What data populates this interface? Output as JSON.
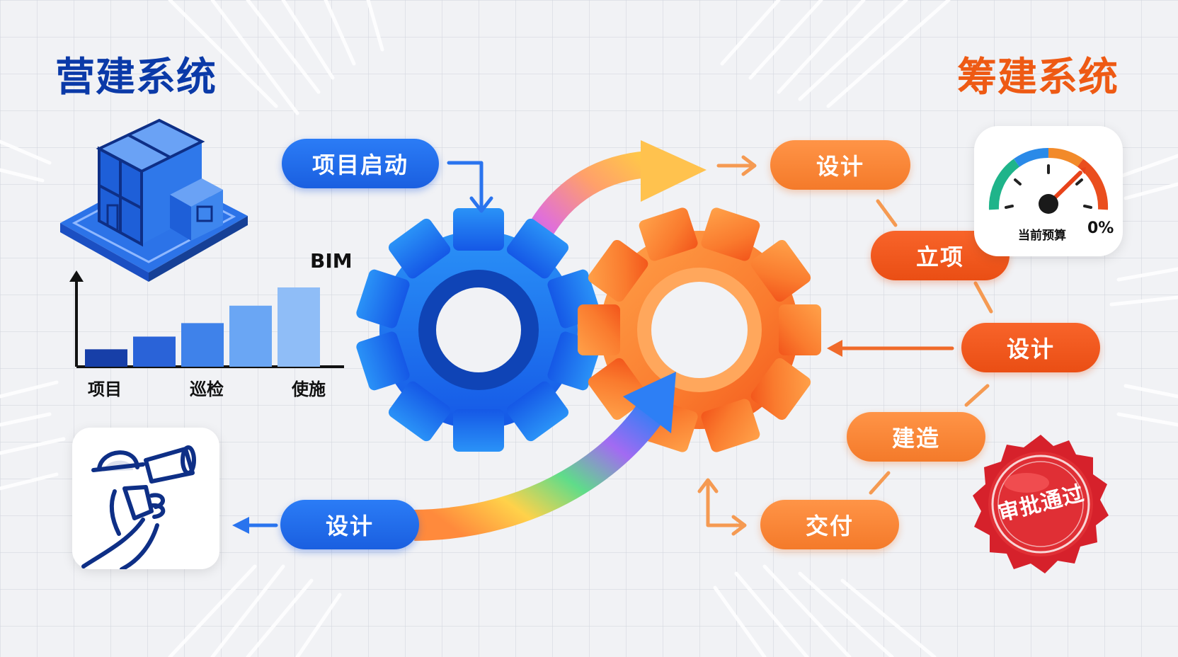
{
  "left_system": {
    "title": "营建系统",
    "color": "#0b3aa8"
  },
  "right_system": {
    "title": "筹建系统",
    "color": "#ee5a14"
  },
  "chart": {
    "title": "BIM",
    "x_labels": [
      "项目",
      "巡检",
      "使施"
    ]
  },
  "chart_data": {
    "type": "bar",
    "title": "BIM",
    "categories": [
      "项目",
      "",
      "巡检",
      "",
      "使施"
    ],
    "values": [
      2.2,
      3.8,
      5.5,
      7.7,
      10
    ],
    "colors": [
      "#173fa8",
      "#2a63d8",
      "#3f82ea",
      "#6aa6f4",
      "#8fbdf7"
    ]
  },
  "left_pills": {
    "start": "项目启动",
    "design": "设计"
  },
  "right_pills": {
    "design_top": "设计",
    "approval": "立项",
    "design_mid": "设计",
    "construction": "建造",
    "delivery": "交付"
  },
  "gauge": {
    "label": "当前预算",
    "value": "0%"
  },
  "stamp": {
    "text": "审批通过",
    "color": "#d8222a"
  }
}
